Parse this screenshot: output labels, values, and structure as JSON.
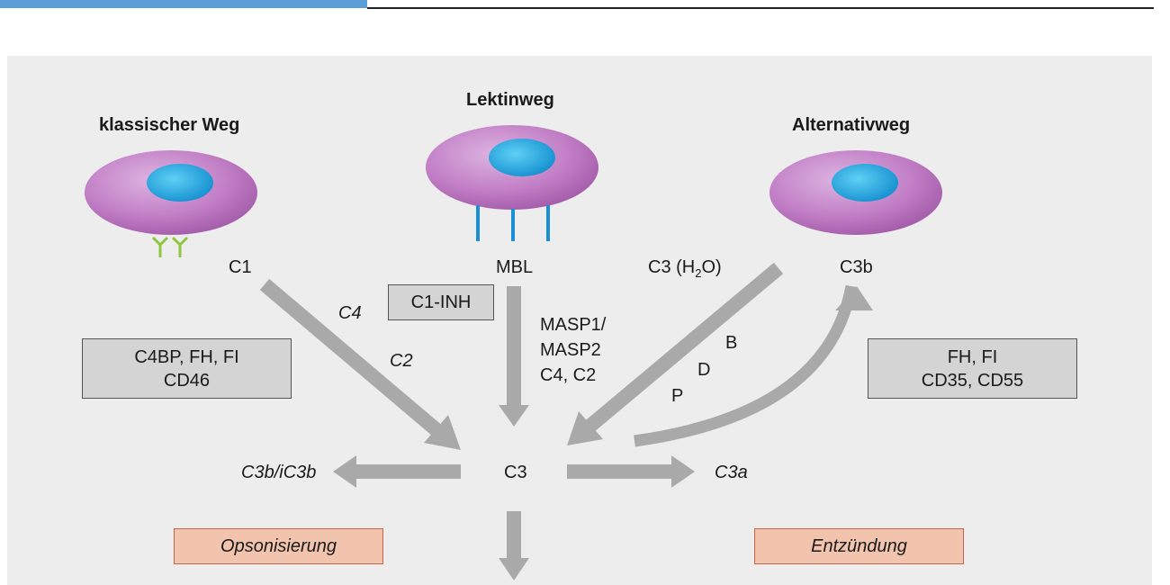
{
  "pathways": {
    "classical": {
      "title": "klassischer Weg",
      "start": "C1"
    },
    "lectin": {
      "title": "Lektinweg",
      "start": "MBL"
    },
    "alternative": {
      "title": "Alternativweg",
      "start_left": "C3 (H",
      "start_sub": "2",
      "start_right": "O)",
      "product": "C3b"
    }
  },
  "center": "C3",
  "classical_factors": [
    "C4",
    "C2"
  ],
  "lectin_factors": [
    "MASP1/",
    "MASP2",
    "C4, C2"
  ],
  "alternative_factors": [
    "B",
    "D",
    "P"
  ],
  "products": {
    "left": "C3b/iC3b",
    "right": "C3a"
  },
  "inhibitors": {
    "c1inh": "C1-INH",
    "classical": [
      "C4BP, FH, FI",
      "CD46"
    ],
    "alternative": [
      "FH, FI",
      "CD35, CD55"
    ]
  },
  "effects": {
    "left": "Opsonisierung",
    "right": "Entzündung"
  },
  "colors": {
    "cell": "#b468b4",
    "nucleus": "#1aa0dc",
    "arrow": "#a9a9a9",
    "antibody": "#8dc63f",
    "receptor": "#1a8fd6"
  }
}
